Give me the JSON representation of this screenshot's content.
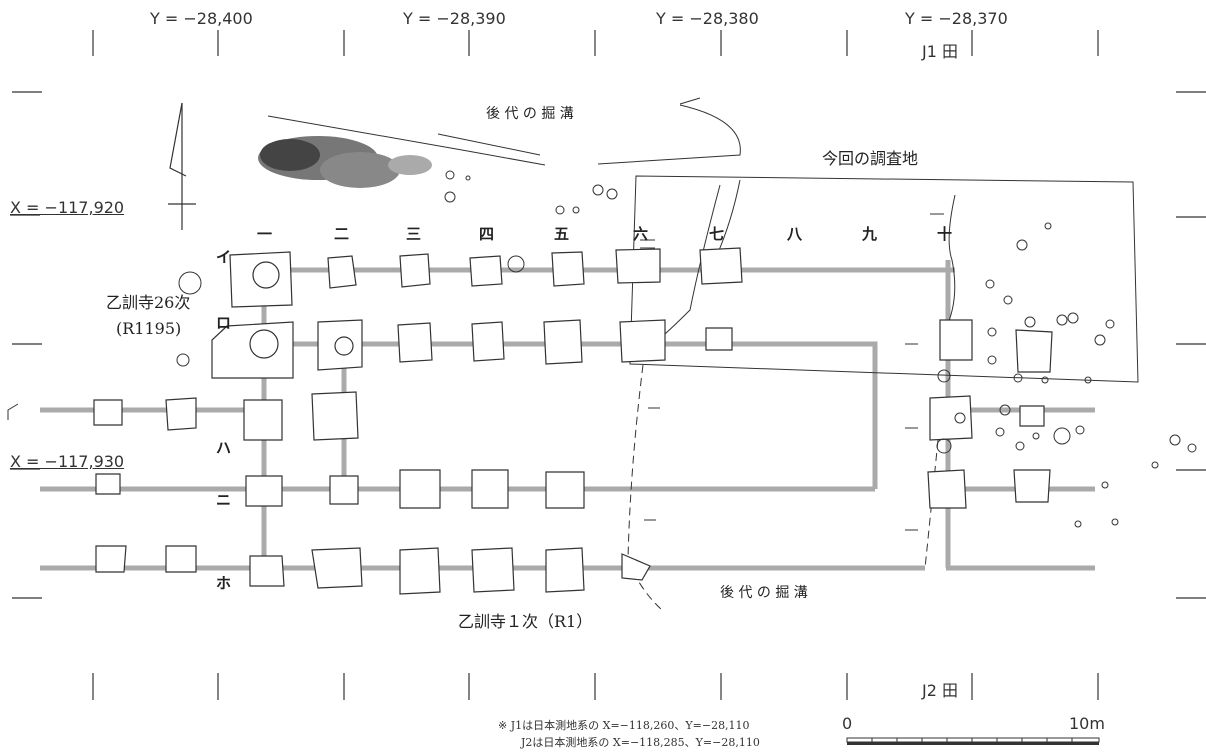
{
  "y_axis_labels": [
    "Y = −28,400",
    "Y = −28,390",
    "Y = −28,380",
    "Y = −28,370"
  ],
  "x_axis_labels": [
    "X = −117,920",
    "X = −117,930"
  ],
  "benchmarks": {
    "j1": "J1",
    "j2": "J2"
  },
  "grid_symbol": "田",
  "column_numbers": [
    "一",
    "二",
    "三",
    "四",
    "五",
    "六",
    "七",
    "八",
    "九",
    "十"
  ],
  "row_letters": [
    "イ",
    "ロ",
    "ハ",
    "ニ",
    "ホ"
  ],
  "annotations": {
    "later_ditch": "後 代 の 掘 溝",
    "current_survey": "今回の調査地",
    "prev_survey_26": "乙訓寺26次",
    "prev_survey_26_code": "(R1195)",
    "first_survey": "乙訓寺１次（R1）"
  },
  "notes": [
    "※ J1は日本測地系の X=−118,260、Y=−28,110",
    "J2は日本測地系の X=−118,285、Y=−28,110"
  ],
  "scale_bar": {
    "start": "0",
    "end": "10m"
  },
  "colors": {
    "line": "#333333",
    "wall": "#a9a9a9",
    "text": "#222222"
  }
}
